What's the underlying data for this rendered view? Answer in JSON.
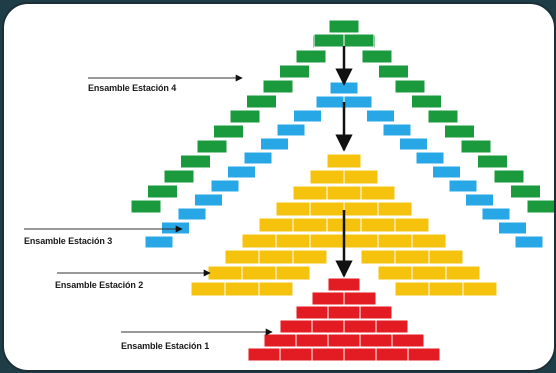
{
  "labels": {
    "station_4": "Ensamble Estación 4",
    "station_3": "Ensamble Estación 3",
    "station_2": "Ensamble Estación 2",
    "station_1": "Ensamble Estación 1"
  },
  "colors": {
    "green": "#1a9a3c",
    "blue": "#28a7e6",
    "yellow": "#f5c30d",
    "red": "#e31b23",
    "mortar": "#ffffff",
    "frame_bg": "#1f3d47"
  }
}
